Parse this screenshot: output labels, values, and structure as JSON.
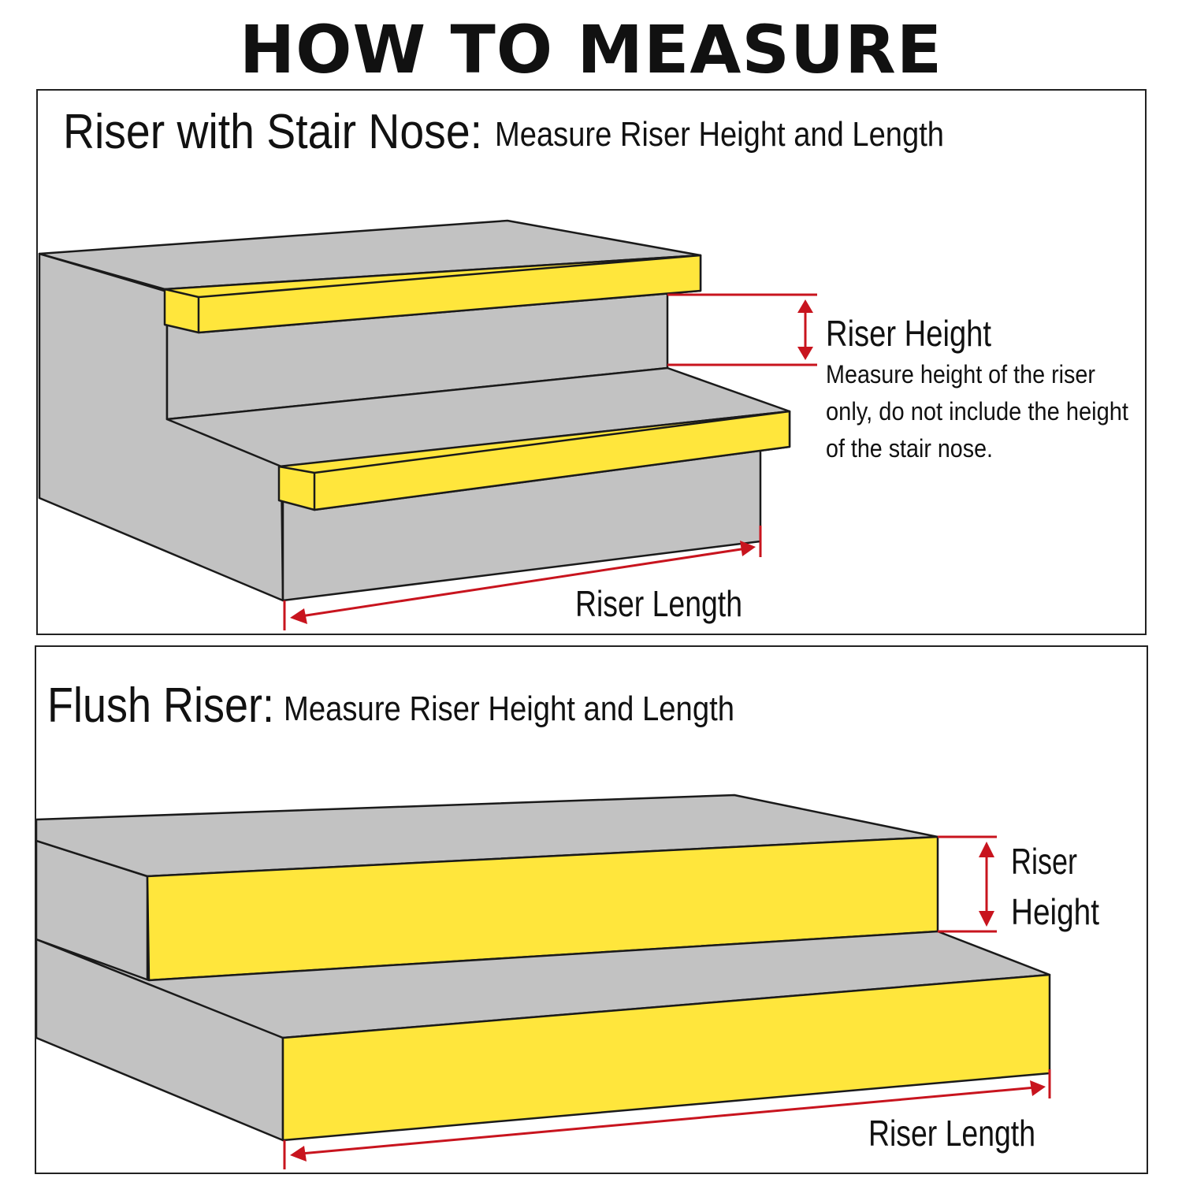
{
  "title": "HOW TO MEASURE",
  "panels": [
    {
      "heading": "Riser with Stair Nose:",
      "subheading": "Measure Riser Height and Length",
      "height_label": "Riser Height",
      "height_note": [
        "Measure height of the riser",
        "only, do not include the height",
        "of the stair nose."
      ],
      "length_label": "Riser Length"
    },
    {
      "heading": "Flush Riser:",
      "subheading": "Measure Riser Height and Length",
      "height_label": [
        "Riser",
        "Height"
      ],
      "length_label": "Riser Length"
    }
  ],
  "colors": {
    "stair_gray": "#c2c2c2",
    "riser_yellow": "#ffe63c",
    "measure_red": "#c8141e",
    "outline": "#1a1a1a"
  }
}
